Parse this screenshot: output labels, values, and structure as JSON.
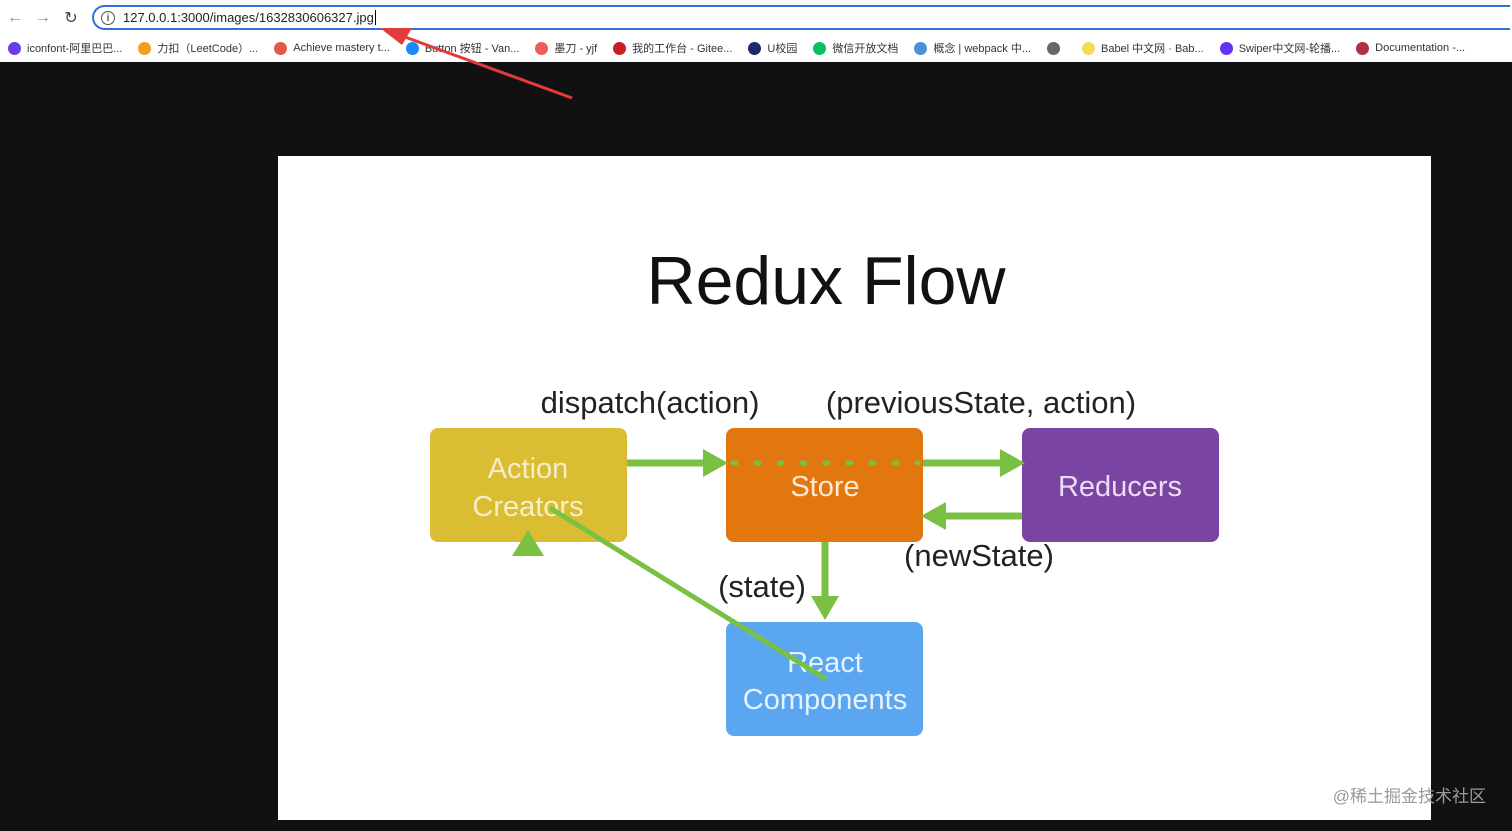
{
  "browser": {
    "url": "127.0.0.1:3000/images/1632830606327.jpg",
    "bookmarks": [
      {
        "label": "iconfont-阿里巴巴...",
        "color": "#6a3de8"
      },
      {
        "label": "力扣（LeetCode）...",
        "color": "#f0a020"
      },
      {
        "label": "Achieve mastery t...",
        "color": "#e25b45"
      },
      {
        "label": "Button 按钮 - Van...",
        "color": "#1989fa"
      },
      {
        "label": "墨刀 - yjf",
        "color": "#f05a5a"
      },
      {
        "label": "我的工作台 - Gitee...",
        "color": "#c71d23"
      },
      {
        "label": "U校园",
        "color": "#1a2a6c"
      },
      {
        "label": "微信开放文档",
        "color": "#07c160"
      },
      {
        "label": "概念 | webpack 中...",
        "color": "#4a90d9"
      },
      {
        "label": "",
        "color": "#666666"
      },
      {
        "label": "Babel 中文网 · Bab...",
        "color": "#f5da55"
      },
      {
        "label": "Swiper中文网-轮播...",
        "color": "#6332f6"
      },
      {
        "label": "Documentation -...",
        "color": "#b0304a"
      }
    ]
  },
  "diagram": {
    "title": "Redux Flow",
    "nodes": {
      "action_creators": {
        "line1": "Action",
        "line2": "Creators",
        "color": "#dbbd33"
      },
      "store": {
        "label": "Store",
        "color": "#e2770f"
      },
      "reducers": {
        "label": "Reducers",
        "color": "#7a44a3"
      },
      "react_components": {
        "line1": "React",
        "line2": "Components",
        "color": "#5aa6f0"
      }
    },
    "edge_labels": {
      "dispatch": "dispatch(action)",
      "previous_state": "(previousState, action)",
      "new_state": "(newState)",
      "state": "(state)"
    },
    "arrow_color": "#7ac043"
  },
  "watermark": "@稀土掘金技术社区",
  "annotation_color": "#e23b3b"
}
